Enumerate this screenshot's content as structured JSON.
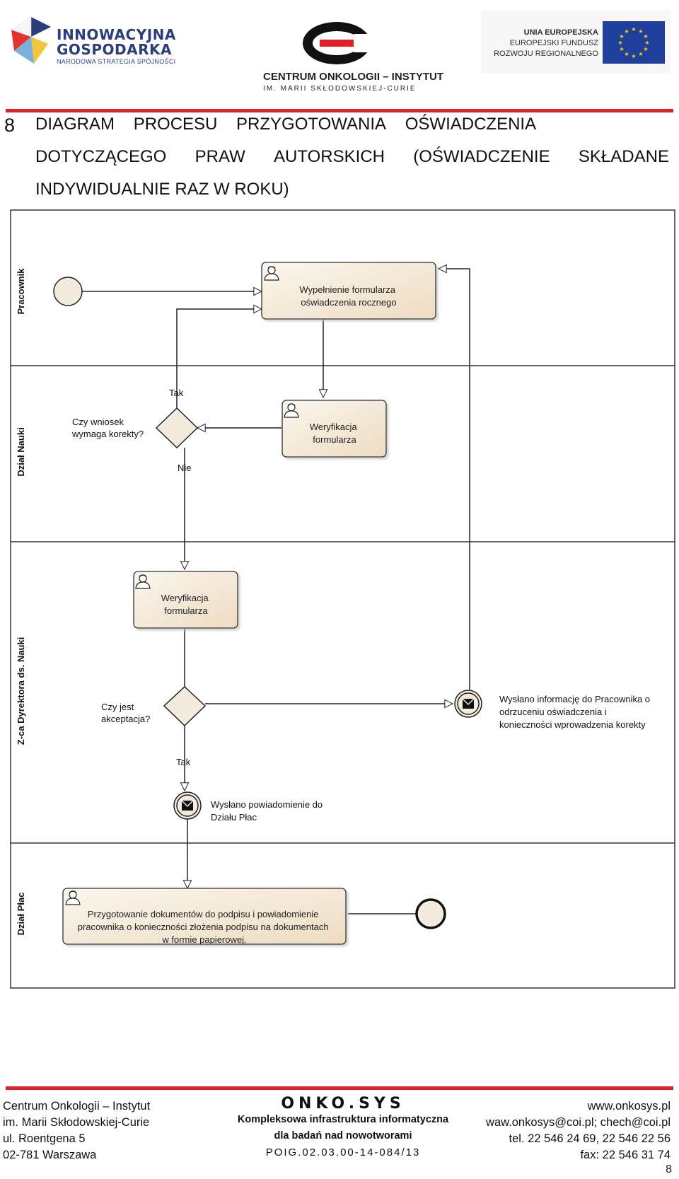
{
  "header": {
    "left_logo": {
      "line1": "INNOWACYJNA",
      "line2": "GOSPODARKA",
      "tagline": "NARODOWA STRATEGIA SPÓJNOŚCI"
    },
    "center_logo": {
      "name": "CENTRUM ONKOLOGII – INSTYTUT",
      "sub": "IM. MARII SKŁODOWSKIEJ-CURIE"
    },
    "right_logo": {
      "line1": "UNIA EUROPEJSKA",
      "line2": "EUROPEJSKI FUNDUSZ",
      "line3": "ROZWOJU REGIONALNEGO"
    }
  },
  "title": {
    "number": "8",
    "line1": [
      "DIAGRAM",
      "PROCESU",
      "PRZYGOTOWANIA",
      "OŚWIADCZENIA"
    ],
    "line2": [
      "DOTYCZĄCEGO",
      "PRAW",
      "AUTORSKICH",
      "(OŚWIADCZENIE",
      "SKŁADANE"
    ],
    "line3": "INDYWIDUALNIE RAZ W ROKU)"
  },
  "diagram": {
    "lanes": [
      "Pracownik",
      "Dział Nauki",
      "Z-ca Dyrektora ds. Nauki",
      "Dział Płac"
    ],
    "tasks": {
      "fill_form": [
        "Wypełnienie formularza",
        "oświadczenia rocznego"
      ],
      "verify_form_1": [
        "Weryfikacja",
        "formularza"
      ],
      "verify_form_2": [
        "Weryfikacja",
        "formularza"
      ],
      "prepare_docs": [
        "Przygotowanie dokumentów do podpisu i powiadomienie",
        "pracownika o konieczności złożenia podpisu na dokumentach",
        "w formie papierowej."
      ]
    },
    "gateways": {
      "correction": {
        "question": [
          "Czy wniosek",
          "wymaga korekty?"
        ],
        "yes": "Tak",
        "no": "Nie"
      },
      "acceptance": {
        "question": [
          "Czy jest",
          "akceptacja?"
        ],
        "yes": "Tak"
      }
    },
    "events": {
      "reject_message": [
        "Wysłano informację do Pracownika o",
        "odrzuceniu oświadczenia i",
        "konieczności wprowadzenia korekty"
      ],
      "payroll_message": [
        "Wysłano powiadomienie do",
        "Działu Płac"
      ]
    },
    "colors": {
      "task_fill_top": "#fbf6ee",
      "task_fill_bottom": "#eedcc2",
      "stroke": "#222222",
      "event_fill": "#f3ebde"
    }
  },
  "footer": {
    "left": [
      "Centrum Onkologii – Instytut",
      "im. Marii Skłodowskiej-Curie",
      "ul. Roentgena 5",
      "02-781 Warszawa"
    ],
    "center": {
      "logo": "ONKO.SYS",
      "line1": "Kompleksowa infrastruktura informatyczna",
      "line2": "dla badań nad nowotworami",
      "code": "POIG.02.03.00-14-084/13"
    },
    "right": [
      "www.onkosys.pl",
      "waw.onkosys@coi.pl; chech@coi.pl",
      "tel. 22 546 24 69, 22 546 22 56",
      "fax: 22 546 31 74"
    ],
    "page": "8"
  }
}
